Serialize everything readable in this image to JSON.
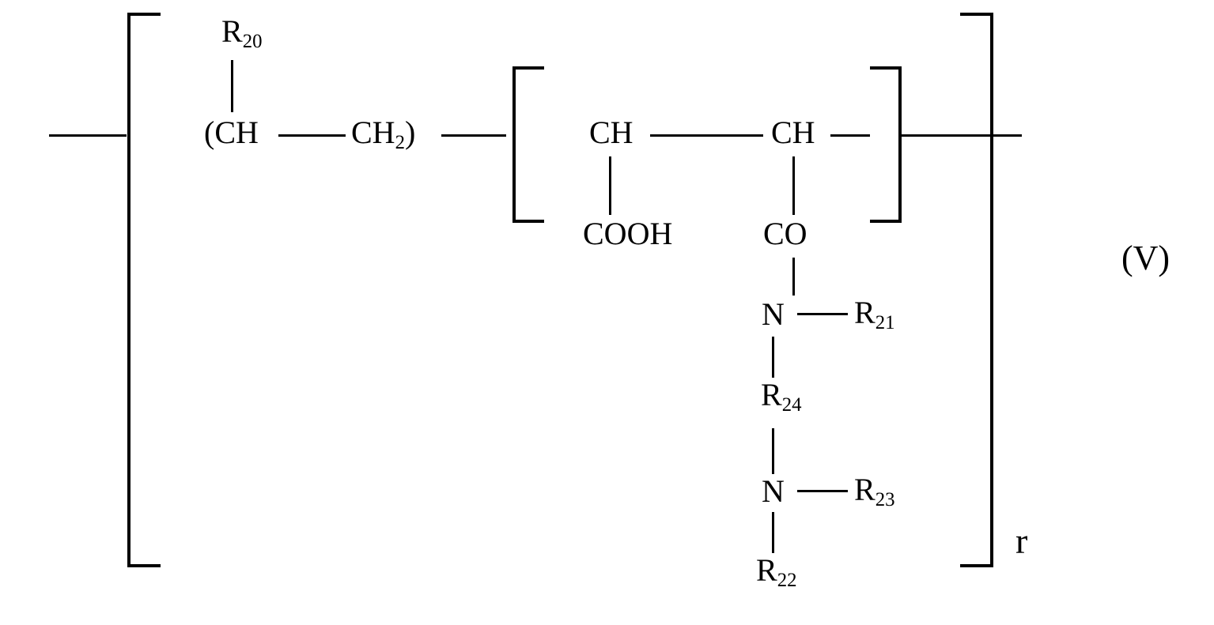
{
  "formula": {
    "label": "(V)",
    "repeat_subscript": "r"
  },
  "colors": {
    "ink": "#000000",
    "background": "#ffffff"
  },
  "backbone": {
    "unit1_open_ch": "(CH",
    "unit1_ch2": {
      "base": "CH",
      "sub": "2",
      "close": ")"
    },
    "unit2_ch_a": "CH",
    "unit2_ch_b": "CH"
  },
  "substituents": {
    "r20": {
      "base": "R",
      "sub": "20"
    },
    "cooh": "COOH",
    "co": "CO",
    "n_top": "N",
    "r21": {
      "base": "R",
      "sub": "21"
    },
    "r24": {
      "base": "R",
      "sub": "24"
    },
    "n_bottom": "N",
    "r23": {
      "base": "R",
      "sub": "23"
    },
    "r22": {
      "base": "R",
      "sub": "22"
    }
  }
}
